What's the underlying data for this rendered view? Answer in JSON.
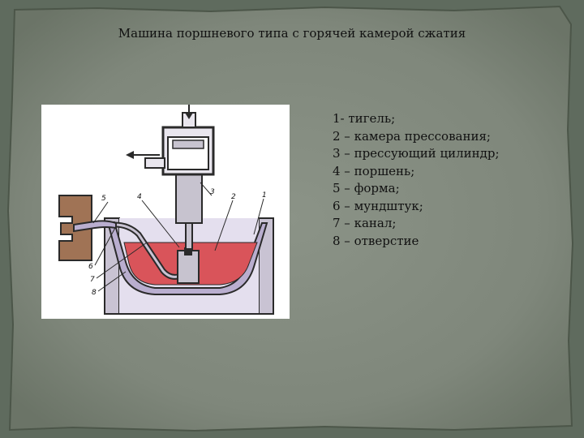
{
  "slide": {
    "title": "Машина поршневого типа с горячей камерой сжатия",
    "figure_labels": [
      "5",
      "4",
      "3",
      "2",
      "1",
      "6",
      "7",
      "8"
    ],
    "legend": [
      "1- тигель;",
      "2 – камера прессования;",
      "3 – прессующий цилиндр;",
      "4 – поршень;",
      "5 – форма;",
      "6 – мундштук;",
      "7 – канал;",
      "8 – отверстие"
    ]
  },
  "colors": {
    "background": "#5f6b5e",
    "paper": "#848c80",
    "metal": "#c7c3cf",
    "melt": "#d9545a",
    "furnace": "#e4dfee",
    "mold": "#a07355",
    "outline": "#2a2a2a"
  }
}
